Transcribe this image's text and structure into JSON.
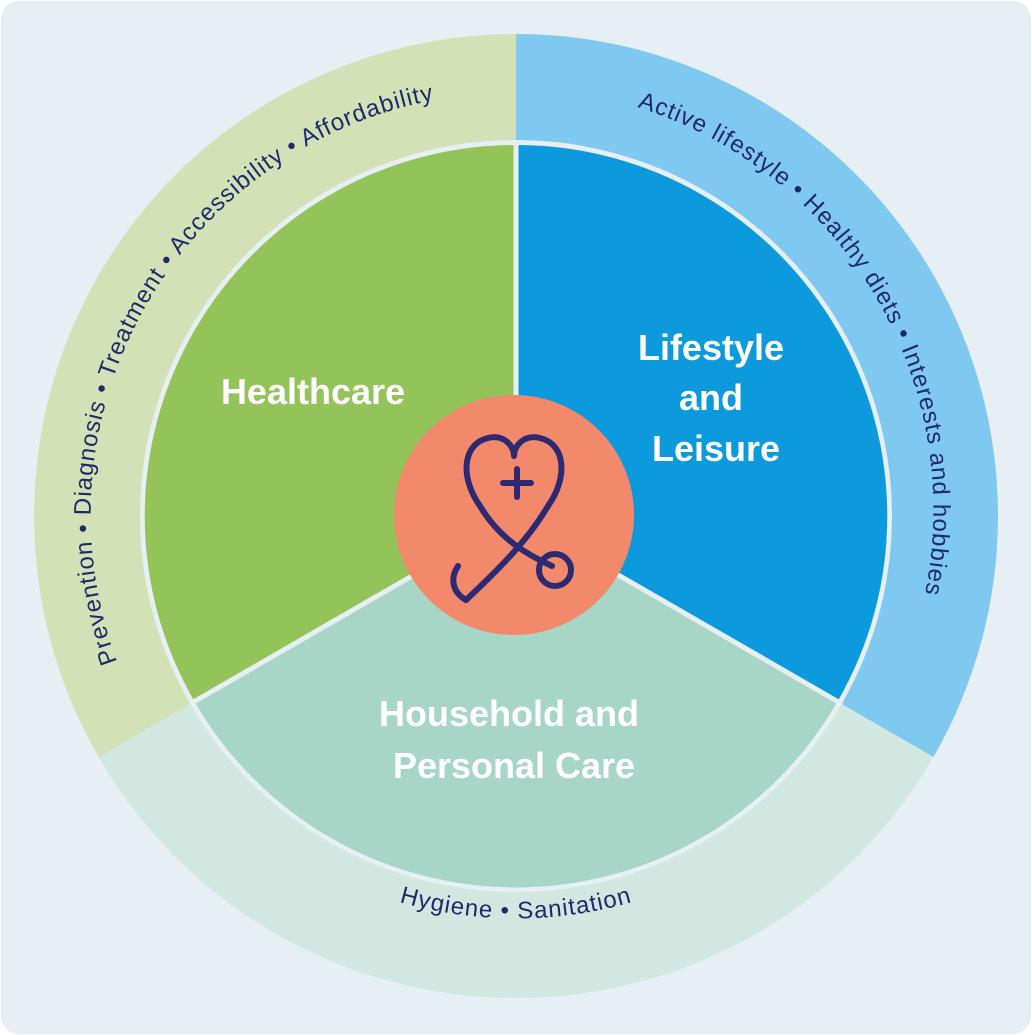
{
  "colors": {
    "background": "#e6eff3",
    "healthcare_outer": "#d2e2b6",
    "healthcare_inner": "#93c359",
    "lifestyle_outer": "#7fc8f0",
    "lifestyle_inner": "#0c9adc",
    "household_outer": "#d0e8e0",
    "household_inner": "#a8d6c6",
    "center": "#f2896b",
    "text_dark": "#1f2a6b",
    "text_light": "#ffffff"
  },
  "segments": {
    "healthcare": {
      "label_lines": [
        "Healthcare"
      ],
      "ring_text": "Prevention • Diagnosis • Treatment • Accessibility • Affordability"
    },
    "lifestyle": {
      "label_lines": [
        "Lifestyle",
        "and",
        "Leisure"
      ],
      "ring_text": "Active lifestyle • Healthy diets • Interests and hobbies"
    },
    "household": {
      "label_lines": [
        "Household and",
        "Personal Care"
      ],
      "ring_text": "Hygiene • Sanitation"
    }
  },
  "center_icon": "heart-stethoscope-icon"
}
